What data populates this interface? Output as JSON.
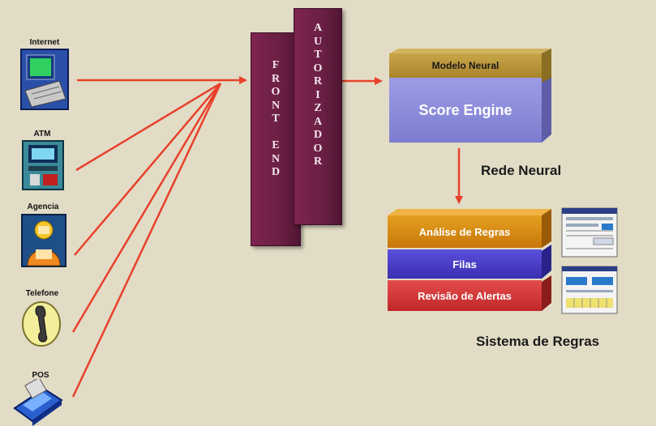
{
  "channels": [
    {
      "label": "Internet",
      "icon": "computer-icon"
    },
    {
      "label": "ATM",
      "icon": "atm-icon"
    },
    {
      "label": "Agencia",
      "icon": "bank-teller-icon"
    },
    {
      "label": "Telefone",
      "icon": "telephone-icon"
    },
    {
      "label": "POS",
      "icon": "card-reader-icon"
    }
  ],
  "front_end": {
    "letters": [
      "F",
      "R",
      "O",
      "N",
      "T",
      "",
      "E",
      "N",
      "D"
    ]
  },
  "autorizador": {
    "letters": [
      "A",
      "U",
      "T",
      "O",
      "R",
      "I",
      "Z",
      "A",
      "D",
      "O",
      "R"
    ]
  },
  "score": {
    "top_label": "Modelo Neural",
    "main_label": "Score Engine"
  },
  "rede_neural_caption": "Rede Neural",
  "rules": {
    "layers": [
      "Análise de Regras",
      "Filas",
      "Revisão de Alertas"
    ]
  },
  "sistema_regras_caption": "Sistema de Regras",
  "colors": {
    "arrow": "#e8402a",
    "pillar": "#6a1f44",
    "score_top": "#b8902c",
    "score_main": "#8a8ad8",
    "rule_orange": "#d98a10",
    "rule_blue": "#4a3fc8",
    "rule_red": "#d83a3a",
    "background": "#e2dcc6"
  }
}
